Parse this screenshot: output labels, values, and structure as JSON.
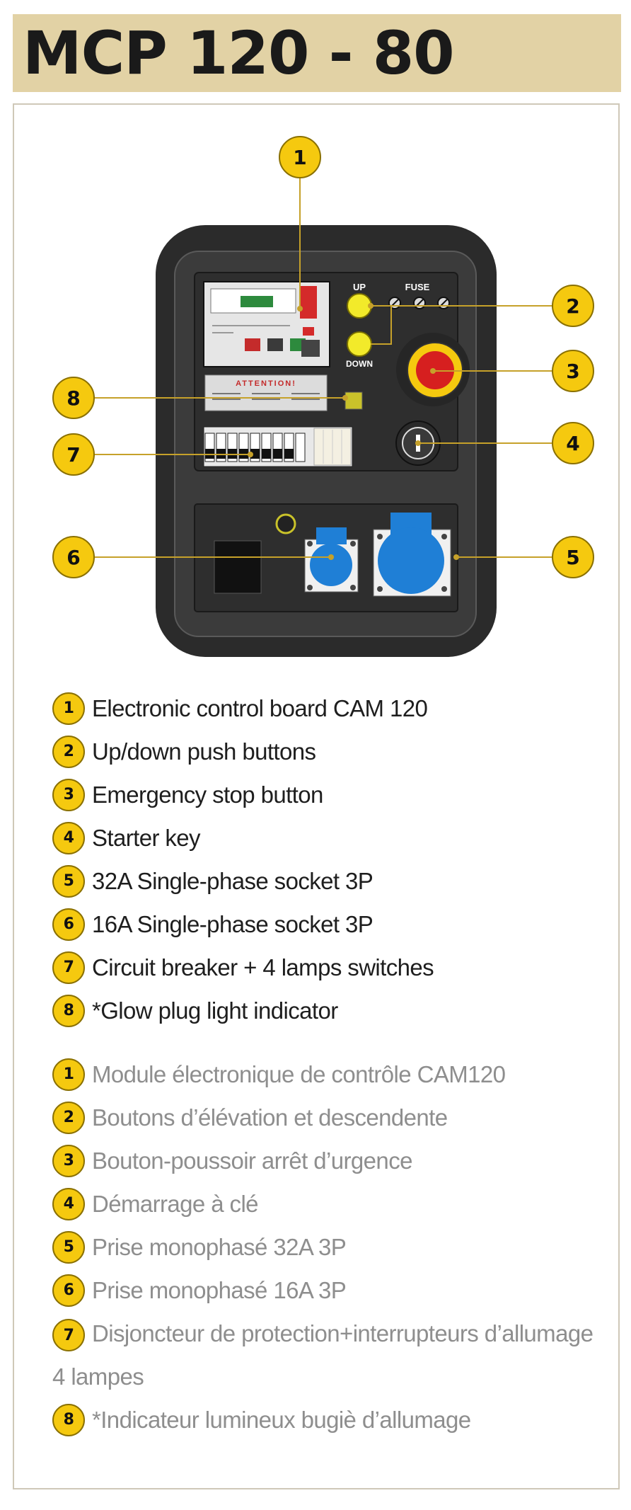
{
  "header": {
    "title": "MCP 120 - 80"
  },
  "panel_labels": {
    "up": "UP",
    "down": "DOWN",
    "fuse": "FUSE",
    "attention": "ATTENTION!"
  },
  "callouts": [
    "1",
    "2",
    "3",
    "4",
    "5",
    "6",
    "7",
    "8"
  ],
  "legend_en": [
    {
      "num": "1",
      "text": "Electronic control board CAM 120"
    },
    {
      "num": "2",
      "text": "Up/down push buttons"
    },
    {
      "num": "3",
      "text": "Emergency stop button"
    },
    {
      "num": "4",
      "text": "Starter key"
    },
    {
      "num": "5",
      "text": "32A Single-phase socket 3P"
    },
    {
      "num": "6",
      "text": "16A Single-phase socket 3P"
    },
    {
      "num": "7",
      "text": "Circuit breaker + 4 lamps switches"
    },
    {
      "num": "8",
      "text": "*Glow plug light indicator"
    }
  ],
  "legend_fr": [
    {
      "num": "1",
      "text": "Module électronique de contrôle CAM120"
    },
    {
      "num": "2",
      "text": "Boutons d’élévation et descendente"
    },
    {
      "num": "3",
      "text": "Bouton-poussoir arrêt d’urgence"
    },
    {
      "num": "4",
      "text": "Démarrage à clé"
    },
    {
      "num": "5",
      "text": "Prise monophasé 32A 3P"
    },
    {
      "num": "6",
      "text": "Prise monophasé 16A 3P"
    },
    {
      "num": "7",
      "text": "Disjoncteur de protection+interrupteurs d’allumage 4 lampes"
    },
    {
      "num": "8",
      "text": "*Indicateur lumineux bugiè d’allumage"
    }
  ]
}
